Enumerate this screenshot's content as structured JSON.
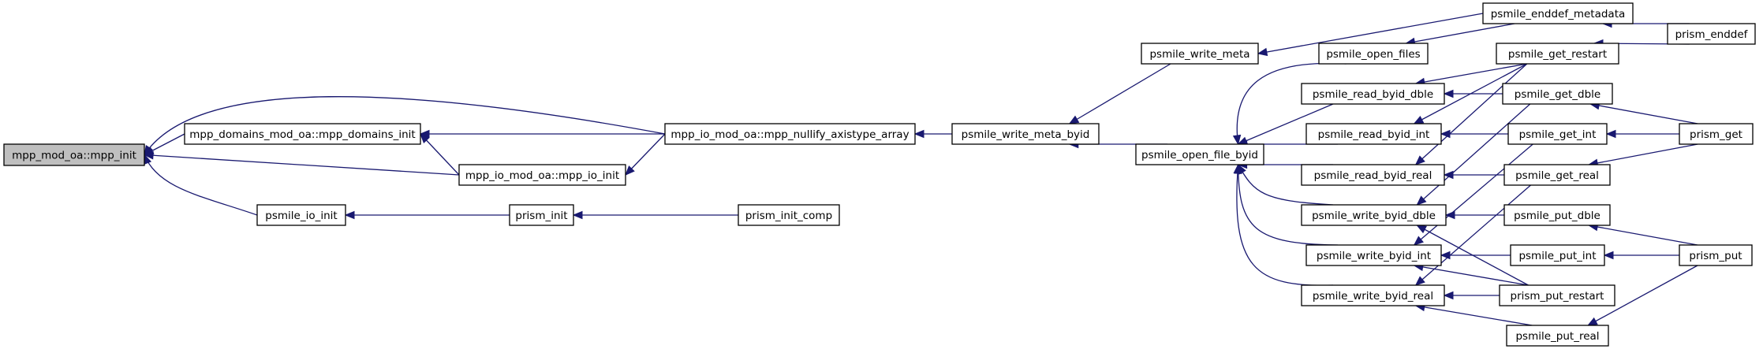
{
  "graph": {
    "nodes": {
      "mpp_init": "mpp_mod_oa::mpp_init",
      "mpp_domains_init": "mpp_domains_mod_oa::mpp_domains_init",
      "mpp_io_init": "mpp_io_mod_oa::mpp_io_init",
      "psmile_io_init": "psmile_io_init",
      "mpp_nullify": "mpp_io_mod_oa::mpp_nullify_axistype_array",
      "prism_init": "prism_init",
      "prism_init_comp": "prism_init_comp",
      "psmile_write_meta_byid": "psmile_write_meta_byid",
      "psmile_write_meta": "psmile_write_meta",
      "psmile_open_file_byid": "psmile_open_file_byid",
      "psmile_open_files": "psmile_open_files",
      "psmile_read_byid_dble": "psmile_read_byid_dble",
      "psmile_read_byid_int": "psmile_read_byid_int",
      "psmile_read_byid_real": "psmile_read_byid_real",
      "psmile_write_byid_dble": "psmile_write_byid_dble",
      "psmile_write_byid_int": "psmile_write_byid_int",
      "psmile_write_byid_real": "psmile_write_byid_real",
      "psmile_enddef_metadata": "psmile_enddef_metadata",
      "psmile_get_restart": "psmile_get_restart",
      "psmile_get_dble": "psmile_get_dble",
      "psmile_get_int": "psmile_get_int",
      "psmile_get_real": "psmile_get_real",
      "psmile_put_dble": "psmile_put_dble",
      "psmile_put_int": "psmile_put_int",
      "prism_put_restart": "prism_put_restart",
      "psmile_put_real": "psmile_put_real",
      "prism_enddef": "prism_enddef",
      "prism_get": "prism_get",
      "prism_put": "prism_put"
    },
    "edges": [
      {
        "from": "mpp_domains_init",
        "to": "mpp_init"
      },
      {
        "from": "mpp_io_init",
        "to": "mpp_init"
      },
      {
        "from": "psmile_io_init",
        "to": "mpp_init"
      },
      {
        "from": "mpp_nullify",
        "to": "mpp_init"
      },
      {
        "from": "mpp_nullify",
        "to": "mpp_domains_init"
      },
      {
        "from": "mpp_io_init",
        "to": "mpp_domains_init"
      },
      {
        "from": "mpp_nullify",
        "to": "mpp_io_init"
      },
      {
        "from": "prism_init",
        "to": "psmile_io_init"
      },
      {
        "from": "prism_init_comp",
        "to": "prism_init"
      },
      {
        "from": "psmile_write_meta_byid",
        "to": "mpp_nullify"
      },
      {
        "from": "psmile_write_meta",
        "to": "psmile_write_meta_byid"
      },
      {
        "from": "psmile_open_file_byid",
        "to": "psmile_write_meta_byid"
      },
      {
        "from": "psmile_enddef_metadata",
        "to": "psmile_write_meta"
      },
      {
        "from": "psmile_open_files",
        "to": "psmile_open_file_byid"
      },
      {
        "from": "psmile_read_byid_dble",
        "to": "psmile_open_file_byid"
      },
      {
        "from": "psmile_read_byid_int",
        "to": "psmile_open_file_byid"
      },
      {
        "from": "psmile_read_byid_real",
        "to": "psmile_open_file_byid"
      },
      {
        "from": "psmile_write_byid_dble",
        "to": "psmile_open_file_byid"
      },
      {
        "from": "psmile_write_byid_int",
        "to": "psmile_open_file_byid"
      },
      {
        "from": "psmile_write_byid_real",
        "to": "psmile_open_file_byid"
      },
      {
        "from": "psmile_enddef_metadata",
        "to": "psmile_open_files"
      },
      {
        "from": "psmile_get_restart",
        "to": "psmile_read_byid_dble"
      },
      {
        "from": "psmile_get_dble",
        "to": "psmile_read_byid_dble"
      },
      {
        "from": "psmile_get_restart",
        "to": "psmile_read_byid_int"
      },
      {
        "from": "psmile_get_int",
        "to": "psmile_read_byid_int"
      },
      {
        "from": "psmile_get_restart",
        "to": "psmile_read_byid_real"
      },
      {
        "from": "psmile_get_real",
        "to": "psmile_read_byid_real"
      },
      {
        "from": "psmile_get_dble",
        "to": "psmile_write_byid_dble"
      },
      {
        "from": "psmile_put_dble",
        "to": "psmile_write_byid_dble"
      },
      {
        "from": "prism_put_restart",
        "to": "psmile_write_byid_dble"
      },
      {
        "from": "psmile_get_int",
        "to": "psmile_write_byid_int"
      },
      {
        "from": "psmile_put_int",
        "to": "psmile_write_byid_int"
      },
      {
        "from": "prism_put_restart",
        "to": "psmile_write_byid_int"
      },
      {
        "from": "psmile_get_real",
        "to": "psmile_write_byid_real"
      },
      {
        "from": "prism_put_restart",
        "to": "psmile_write_byid_real"
      },
      {
        "from": "psmile_put_real",
        "to": "psmile_write_byid_real"
      },
      {
        "from": "prism_enddef",
        "to": "psmile_enddef_metadata"
      },
      {
        "from": "prism_enddef",
        "to": "psmile_get_restart"
      },
      {
        "from": "prism_get",
        "to": "psmile_get_dble"
      },
      {
        "from": "prism_get",
        "to": "psmile_get_int"
      },
      {
        "from": "prism_get",
        "to": "psmile_get_real"
      },
      {
        "from": "prism_put",
        "to": "psmile_put_dble"
      },
      {
        "from": "prism_put",
        "to": "psmile_put_int"
      },
      {
        "from": "prism_put",
        "to": "psmile_put_real"
      }
    ],
    "root_node": "mpp_init",
    "colors": {
      "edge": "#191970",
      "root_fill": "#bfbfbf",
      "node_fill": "#ffffff",
      "border": "#000000"
    }
  }
}
